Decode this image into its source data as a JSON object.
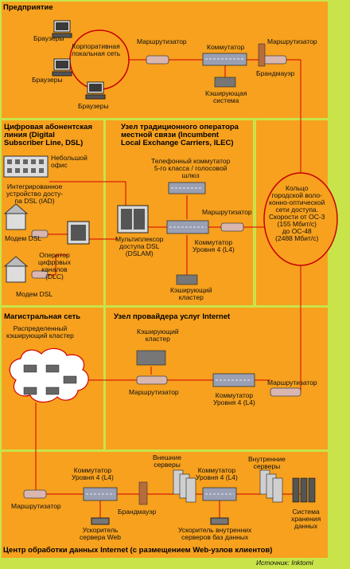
{
  "colors": {
    "background": "#c8e44a",
    "panel": "#f7a11e",
    "panel_alt": "#f9b538",
    "panel_border": "#ffffff",
    "link": "#d40000",
    "ring": "#c80000"
  },
  "panels": {
    "enterprise": "Предприятие",
    "dsl": [
      "Цифровая абонентская",
      "линия (Digital",
      "Subscriber Line, DSL)"
    ],
    "ilec": [
      "Узел традиционного оператора",
      "местной связи (Incumbent",
      "Local Exchange Carriers, ILEC)"
    ],
    "backbone": "Магистральная сеть",
    "isp": "Узел провайдера услуг Internet",
    "datacenter": "Центр обработки данных Internet (с размещением Web-узлов клиентов)"
  },
  "labels": {
    "browsers_1": "Браузеры",
    "browsers_2": "Браузеры",
    "browsers_3": "Браузеры",
    "corp_lan": [
      "Корпоративная",
      "локальная сеть"
    ],
    "ent_router": "Маршрутизатор",
    "ent_switch": "Коммутатор",
    "ent_router2": "Маршрутизатор",
    "firewall": "Брандмауэр",
    "caching_system": [
      "Кэширующая",
      "система"
    ],
    "small_office": [
      "Небольшой",
      "офис"
    ],
    "iad": [
      "Интегрированное",
      "устройство досту-",
      "па DSL (IAD)"
    ],
    "dsl_modem_1": "Модем DSL",
    "dlc": [
      "Оператор",
      "цифровых",
      "каналов",
      "(DLC)"
    ],
    "dsl_modem_2": "Модем DSL",
    "voice_switch": [
      "Телефонный коммутатор",
      "5-го класса / голосовой",
      "шлюз"
    ],
    "ilec_router": "Маршрутизатор",
    "dslam": [
      "Мультиплексор",
      "доступа DSL",
      "(DSLAM)"
    ],
    "ilec_l4": [
      "Коммутатор",
      "Уровня 4 (L4)"
    ],
    "ilec_cache": [
      "Кэширующий",
      "кластер"
    ],
    "ring": [
      "Кольцо",
      "городской воло-",
      "конно-оптической",
      "сети доступа.",
      "Скорости от ОС-3",
      "(155 Мбит/с)",
      "до ОС-48",
      "(2488 Мбит/с)"
    ],
    "distributed_cache": [
      "Распределенный",
      "кэширующий кластер"
    ],
    "isp_cache": [
      "Кэширующий",
      "кластер"
    ],
    "isp_router": "Маршрутизатор",
    "isp_l4": [
      "Коммутатор",
      "Уровня 4 (L4)"
    ],
    "isp_router2": "Маршрутизатор",
    "dc_l4_1": [
      "Коммутатор",
      "Уровня 4 (L4)"
    ],
    "external_servers": [
      "Внешние",
      "серверы"
    ],
    "dc_l4_2": [
      "Коммутатор",
      "Уровня 4 (L4)"
    ],
    "internal_servers": [
      "Внутренние",
      "серверы"
    ],
    "dc_router": "Маршрутизатор",
    "dc_firewall": "Брандмауэр",
    "web_accel": [
      "Ускоритель",
      "сервера Web"
    ],
    "db_accel": [
      "Ускоритель внутренних",
      "серверов баз данных"
    ],
    "storage": [
      "Система",
      "хранения",
      "данных"
    ]
  },
  "source": "Источник: Inktomi"
}
